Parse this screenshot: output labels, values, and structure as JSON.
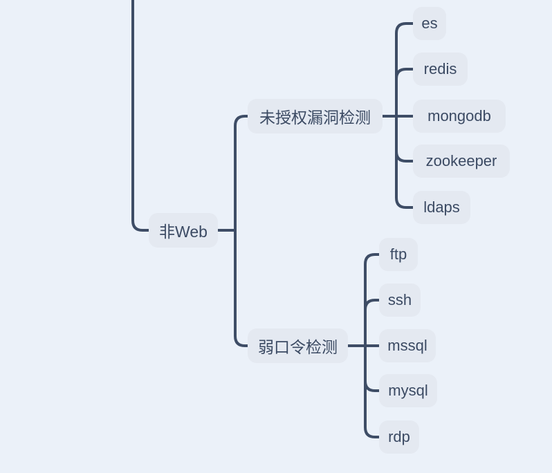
{
  "colors": {
    "background": "#ebf1f9",
    "node_fill": "#e4e9f1",
    "text": "#3b4a63",
    "line": "#3e4d66"
  },
  "tree": {
    "root": {
      "label": "非Web"
    },
    "branches": [
      {
        "label": "未授权漏洞检测",
        "children": [
          "es",
          "redis",
          "mongodb",
          "zookeeper",
          "ldaps"
        ]
      },
      {
        "label": "弱口令检测",
        "children": [
          "ftp",
          "ssh",
          "mssql",
          "mysql",
          "rdp"
        ]
      }
    ]
  }
}
